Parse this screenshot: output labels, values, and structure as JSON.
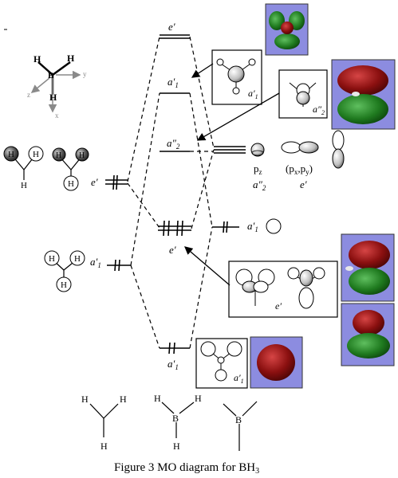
{
  "mo_labels": {
    "e_prime_top": "e′",
    "a1_prime_upper": "a′",
    "a2_dprime": "a″",
    "e_prime_middle": "e′",
    "a1_prime_bottom": "a′",
    "e_prime_left": "e′",
    "a1_prime_left": "a′",
    "a1_prime_right": "a′"
  },
  "sub_1": "1",
  "sub_2": "2",
  "symmetry_labels": {
    "a1_box_top": "a′",
    "a2_box": "a″",
    "e_box": "e′",
    "a1_box_bottom": "a′"
  },
  "boron_orbitals": {
    "pz_label": "p",
    "pz_sub": "z",
    "pz_sym": "a″",
    "pxpy_open": "(p",
    "pxpy_x": "x",
    "pxpy_comma": ",p",
    "pxpy_y": "y",
    "pxpy_close": ")",
    "pxpy_sym": "e′"
  },
  "axes": {
    "B": "B",
    "H": "H",
    "x": "x",
    "y": "y",
    "z": "z"
  },
  "atoms": {
    "H": "H",
    "B": "B"
  },
  "caption": {
    "text": "Figure 3 MO diagram for BH",
    "sub": "3"
  },
  "colors": {
    "lobe_red": "#8b1010",
    "lobe_green": "#1f7a1f",
    "panel_bg": "#8c8ce0",
    "line": "#000000",
    "axis_gray": "#8a8a8a"
  }
}
